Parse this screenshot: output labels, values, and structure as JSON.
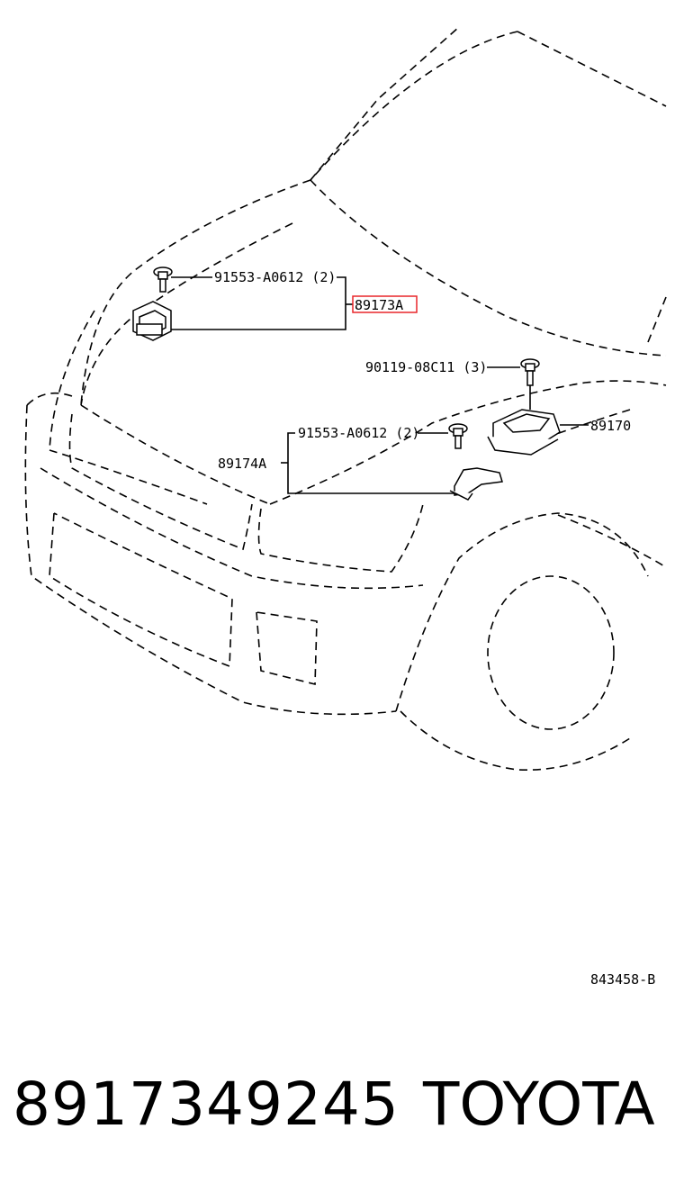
{
  "callouts": {
    "bolt_upper": "91553-A0612 (2)",
    "sensor_left": "89173A",
    "bolt_right": "90119-08C11 (3)",
    "module": "89170",
    "bolt_lower": "91553-A0612 (2)",
    "bracket_lower": "89174A"
  },
  "highlight_color": "#e8262a",
  "diagram_id": "843458-B",
  "footer": {
    "part_number": "8917349245",
    "brand": "TOYOTA"
  }
}
